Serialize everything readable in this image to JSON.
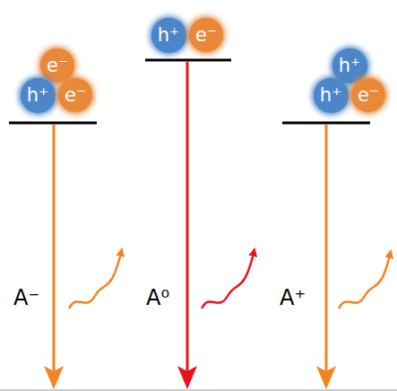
{
  "diagram": {
    "nodes": [
      {
        "text": [
          "e⁻"
        ]
      },
      {
        "text": [
          "h⁺"
        ]
      },
      {
        "text": [
          "e⁻"
        ]
      },
      {
        "text": [
          "h⁺"
        ]
      },
      {
        "text": [
          "e⁻"
        ]
      },
      {
        "text": [
          "h⁺"
        ]
      },
      {
        "text": [
          "h⁺"
        ]
      },
      {
        "text": [
          "e⁻"
        ]
      }
    ],
    "labels": [
      "A⁻",
      "A⁰",
      "A⁺"
    ]
  }
}
